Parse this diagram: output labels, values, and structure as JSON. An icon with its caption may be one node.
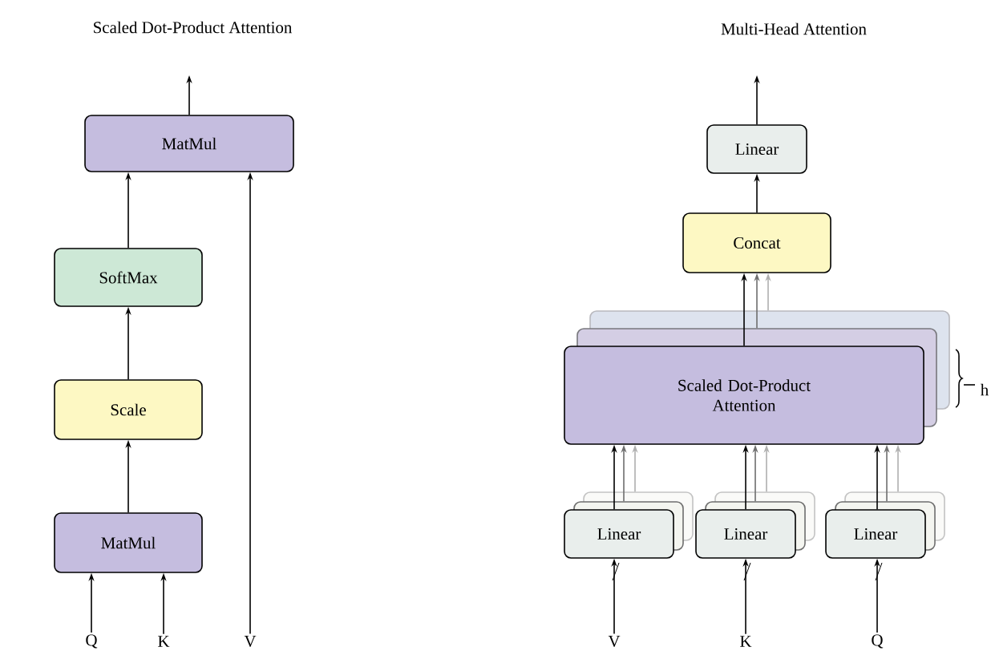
{
  "diagram": {
    "nodes": [
      {
        "text": [
          "MatMul"
        ]
      },
      {
        "text": [
          "SoftMax"
        ]
      },
      {
        "text": [
          "Scale"
        ]
      },
      {
        "text": [
          "MatMul"
        ]
      },
      {
        "text": [
          "Q"
        ]
      },
      {
        "text": [
          "K"
        ]
      },
      {
        "text": [
          "V"
        ]
      },
      {
        "text": [
          "Linear"
        ]
      },
      {
        "text": [
          "Concat"
        ]
      },
      {
        "text": [
          "Scaled Dot-Product Attention"
        ]
      },
      {
        "text": [
          "Linear"
        ]
      },
      {
        "text": [
          "Linear"
        ]
      },
      {
        "text": [
          "Linear"
        ]
      },
      {
        "text": [
          "V"
        ]
      },
      {
        "text": [
          "K"
        ]
      },
      {
        "text": [
          "Q"
        ]
      }
    ],
    "edges": [
      {
        "from": 0,
        "to": null,
        "arrow": "to"
      },
      {
        "from": 1,
        "to": 0,
        "arrow": "to"
      },
      {
        "from": 2,
        "to": 1,
        "arrow": "to"
      },
      {
        "from": 3,
        "to": 2,
        "arrow": "to"
      },
      {
        "from": 4,
        "to": 3,
        "arrow": "to"
      },
      {
        "from": 5,
        "to": 3,
        "arrow": "to"
      },
      {
        "from": 6,
        "to": 0,
        "arrow": "to"
      },
      {
        "from": 7,
        "to": null,
        "arrow": "to"
      },
      {
        "from": 8,
        "to": 7,
        "arrow": "to"
      },
      {
        "from": 9,
        "to": 8,
        "arrow": "to"
      },
      {
        "from": 10,
        "to": 9,
        "arrow": "to"
      },
      {
        "from": 11,
        "to": 9,
        "arrow": "to"
      },
      {
        "from": 12,
        "to": 9,
        "arrow": "to"
      },
      {
        "from": 13,
        "to": 10,
        "arrow": "to"
      },
      {
        "from": 14,
        "to": 11,
        "arrow": "to"
      },
      {
        "from": 15,
        "to": 12,
        "arrow": "to"
      },
      {
        "from": 9,
        "to": 8,
        "arrow": "to",
        "color": "#6e6e6e"
      },
      {
        "from": 9,
        "to": 8,
        "arrow": "to",
        "color": "#afafaf"
      },
      {
        "from": 10,
        "to": 9,
        "arrow": "to",
        "color": "#6e6e6e"
      },
      {
        "from": 10,
        "to": 9,
        "arrow": "to",
        "color": "#afafaf"
      },
      {
        "from": 11,
        "to": 9,
        "arrow": "to",
        "color": "#6e6e6e"
      },
      {
        "from": 11,
        "to": 9,
        "arrow": "to",
        "color": "#afafaf"
      },
      {
        "from": 12,
        "to": 9,
        "arrow": "to",
        "color": "#6e6e6e"
      },
      {
        "from": 12,
        "to": 9,
        "arrow": "to",
        "color": "#afafaf"
      }
    ],
    "labels": [
      "Scaled Dot-Product Attention",
      "Multi-Head Attention",
      "h"
    ]
  }
}
